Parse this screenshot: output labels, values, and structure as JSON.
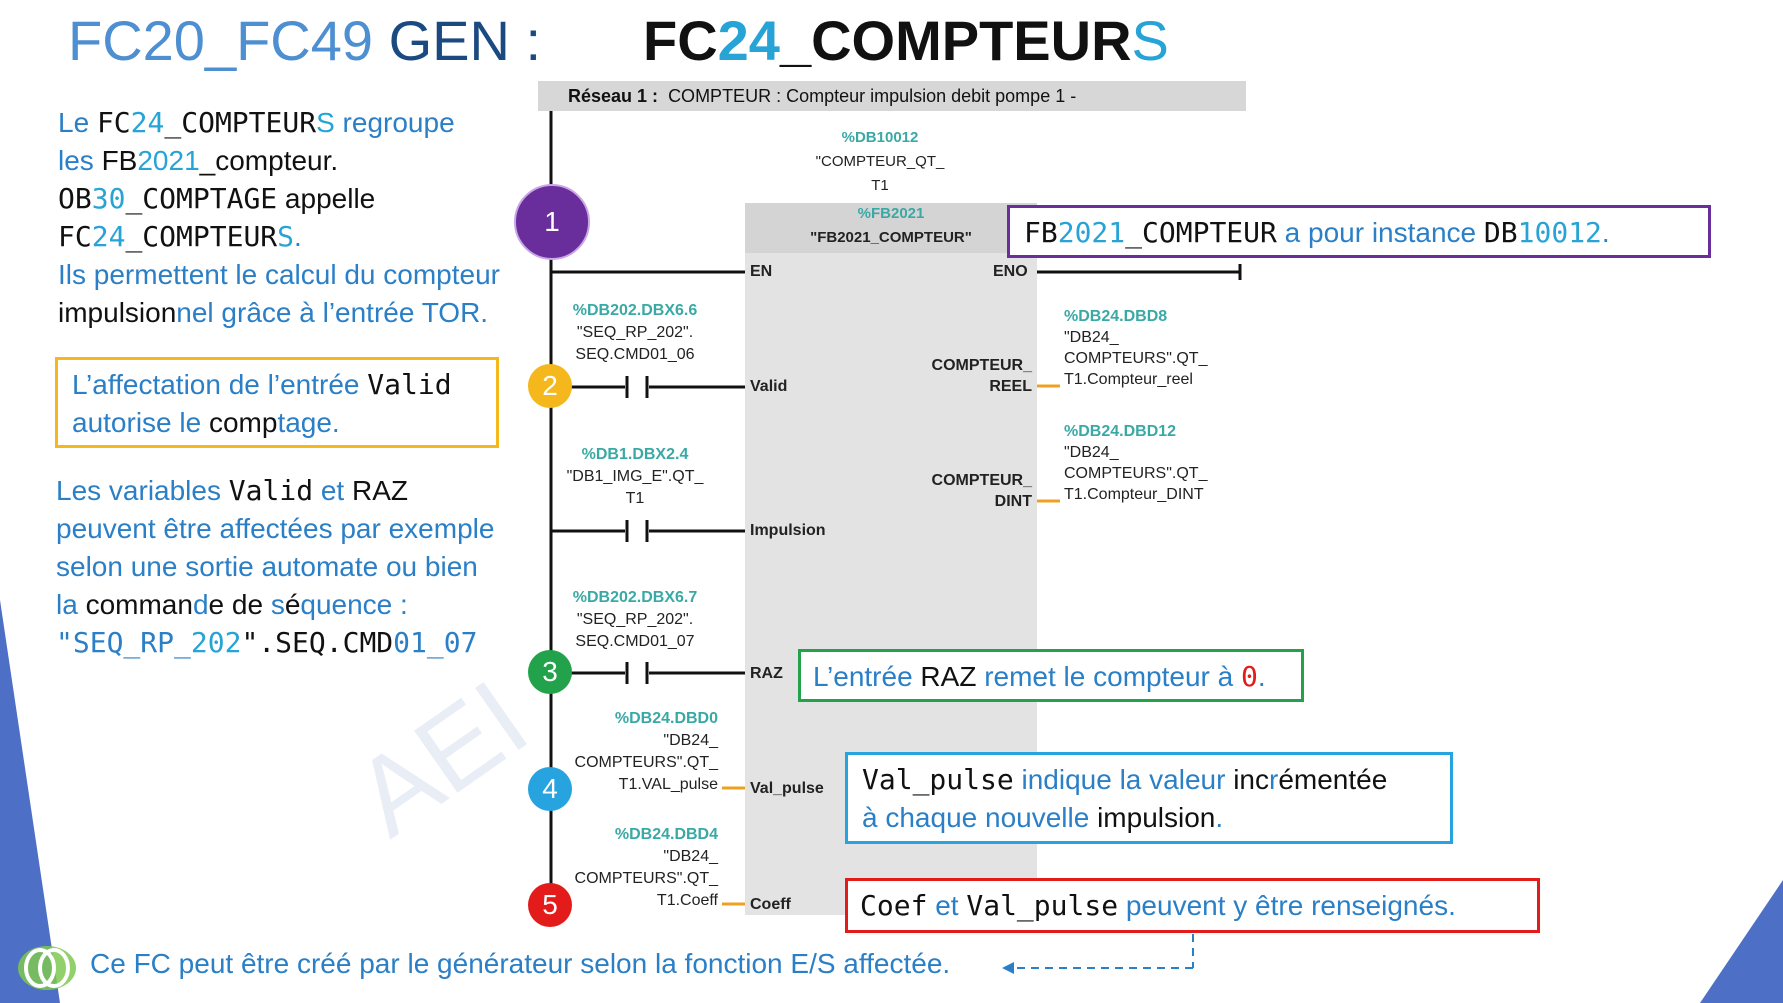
{
  "title": {
    "left_prefix": "FC20_FC49",
    "left_gen": "GEN :",
    "right_fc": "FC",
    "right_num": "24",
    "right_name": "_COMPTEUR",
    "right_s": "S"
  },
  "intro": {
    "l1_a": "Le ",
    "l1_b": "FC",
    "l1_c": "24",
    "l1_d": "_COMPTEUR",
    "l1_e": "S",
    "l1_f": " regroupe",
    "l2_a": "les ",
    "l2_b": "FB",
    "l2_c": "2021",
    "l2_d": "_compteur.",
    "l3_a": "OB",
    "l3_b": "30",
    "l3_c": "_COMPTAGE",
    "l3_d": " appelle",
    "l4_a": "FC",
    "l4_b": "24",
    "l4_c": "_COMPTEUR",
    "l4_d": "S",
    "l5": "Ils permettent le calcul du compteur",
    "l6_a": " impulsion",
    "l6_b": "nel grâce à l’entrée TOR."
  },
  "callout_valid": {
    "a": "L’affectation de l’entrée ",
    "b": "Valid",
    "c": "autorise le ",
    "d": "comp",
    "e": "t",
    "f": "age."
  },
  "variables_text": {
    "a": "Les variables ",
    "b": "Valid",
    "c": " et ",
    "d": "RAZ",
    "e": "peuvent être affectées par exemple",
    "f": "selon une sortie automate ou bien",
    "g": "la ",
    "h": "comman",
    "i": "d",
    "j": "e de ",
    "k": "s",
    "l": "é",
    "m": "q",
    "n": "uence :",
    "o": "\"SEQ_RP_",
    "p": "202",
    "q": "\".SEQ.CMD",
    "r": "01_07"
  },
  "network": {
    "label": "Réseau 1 :",
    "comment": "COMPTEUR : Compteur impulsion debit pompe 1 -"
  },
  "block": {
    "instance_addr": "%DB10012",
    "instance_name_1": "\"COMPTEUR_QT_",
    "instance_name_2": "T1",
    "fb_addr": "%FB2021",
    "fb_name": "\"FB2021_COMPTEUR\"",
    "pin_en": "EN",
    "pin_eno": "ENO",
    "pin_valid": "Valid",
    "pin_impulsion": "Impulsion",
    "pin_raz": "RAZ",
    "pin_valpulse": "Val_pulse",
    "pin_coeff": "Coeff",
    "out1_pin_1": "COMPTEUR_",
    "out1_pin_2": "REEL",
    "out2_pin_1": "COMPTEUR_",
    "out2_pin_2": "DINT"
  },
  "inputs": {
    "valid": {
      "addr": "%DB202.DBX6.6",
      "n1": "\"SEQ_RP_202\".",
      "n2": "SEQ.CMD01_06"
    },
    "impulsion": {
      "addr": "%DB1.DBX2.4",
      "n1": "\"DB1_IMG_E\".QT_",
      "n2": "T1"
    },
    "raz": {
      "addr": "%DB202.DBX6.7",
      "n1": "\"SEQ_RP_202\".",
      "n2": "SEQ.CMD01_07"
    },
    "valpulse": {
      "addr": "%DB24.DBD0",
      "n1": "\"DB24_",
      "n2": "COMPTEURS\".QT_",
      "n3": "T1.VAL_pulse"
    },
    "coeff": {
      "addr": "%DB24.DBD4",
      "n1": "\"DB24_",
      "n2": "COMPTEURS\".QT_",
      "n3": "T1.Coeff"
    }
  },
  "outputs": {
    "reel": {
      "addr": "%DB24.DBD8",
      "n1": "\"DB24_",
      "n2": "COMPTEURS\".QT_",
      "n3": "T1.Compteur_reel"
    },
    "dint": {
      "addr": "%DB24.DBD12",
      "n1": "\"DB24_",
      "n2": "COMPTEURS\".QT_",
      "n3": "T1.Compteur_DINT"
    }
  },
  "steps": [
    "1",
    "2",
    "3",
    "4",
    "5"
  ],
  "callout_instance": {
    "a": "FB",
    "b": "2021",
    "c": "_COMPTEUR",
    "d": " a pour instance ",
    "e": "DB",
    "f": "10012",
    "g": "."
  },
  "callout_raz": {
    "a": "L’entrée ",
    "b": "RAZ",
    "c": " remet le compteur à ",
    "d": "0",
    "e": "."
  },
  "callout_valpulse": {
    "a": "Val_pulse",
    "b": " indique la valeur ",
    "c": "inc",
    "d": "r",
    "e": "émentée",
    "f": "à chaque nouvelle ",
    "g": "impulsion",
    "h": "."
  },
  "callout_coef": {
    "a": "Coef",
    "b": " et ",
    "c": "Val_pulse",
    "d": " peuvent y être renseignés."
  },
  "footer": "Ce FC peut être créé par le générateur selon la fonction E/S affectée.",
  "watermark": "AEI",
  "colors": {
    "step1": "#6a2d9c",
    "step2": "#f5b81c",
    "step3": "#22a24a",
    "step4": "#27a3e0",
    "step5": "#e31b1b",
    "accent": "#2a7fc6"
  }
}
